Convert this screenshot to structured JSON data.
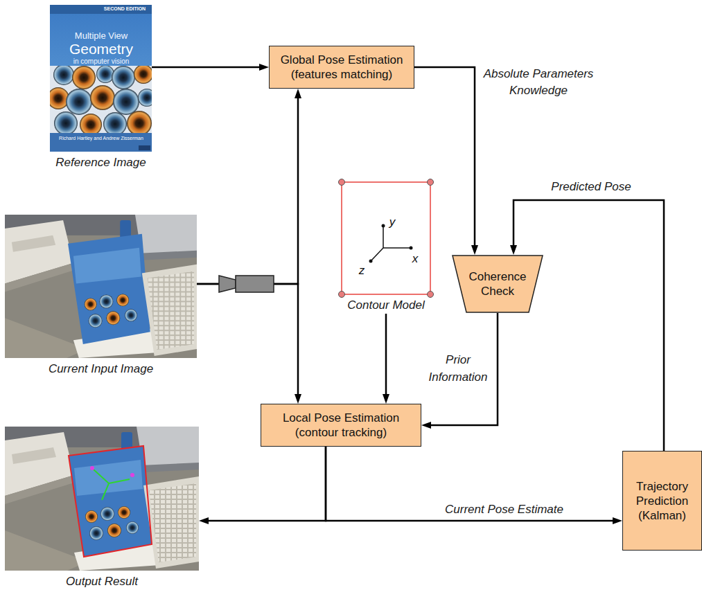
{
  "diagram": {
    "nodes": [
      {
        "text": [
          "Reference Image"
        ]
      },
      {
        "text": [
          "Global Pose Estimation (features matching)"
        ]
      },
      {
        "text": [
          "Current Input Image"
        ]
      },
      {
        "text": [
          "Contour Model"
        ]
      },
      {
        "text": [
          "Coherence Check"
        ]
      },
      {
        "text": [
          "Local Pose Estimation (contour tracking)"
        ]
      },
      {
        "text": [
          "Output Result"
        ]
      },
      {
        "text": [
          "Trajectory Prediction (Kalman)"
        ]
      }
    ],
    "edges": [
      {
        "from": 0,
        "to": 1,
        "arrow": "to"
      },
      {
        "from": 2,
        "to": 1,
        "arrow": "to"
      },
      {
        "from": 2,
        "to": 5,
        "arrow": "to"
      },
      {
        "from": 3,
        "to": 5,
        "arrow": "to"
      },
      {
        "from": 1,
        "to": 4,
        "label": "Absolute Parameters Knowledge",
        "arrow": "to"
      },
      {
        "from": 7,
        "to": 4,
        "label": "Predicted Pose",
        "arrow": "to"
      },
      {
        "from": 4,
        "to": 5,
        "label": "Prior Information",
        "arrow": "to"
      },
      {
        "from": 5,
        "to": 6,
        "arrow": "to"
      },
      {
        "from": 5,
        "to": 7,
        "label": "Current Pose Estimate",
        "arrow": "to"
      }
    ],
    "labels": [
      "x",
      "y",
      "z",
      "SECOND EDITION",
      "Multiple View",
      "Geometry",
      "in computer vision",
      "Richard Hartley and Andrew Zisserman"
    ]
  }
}
